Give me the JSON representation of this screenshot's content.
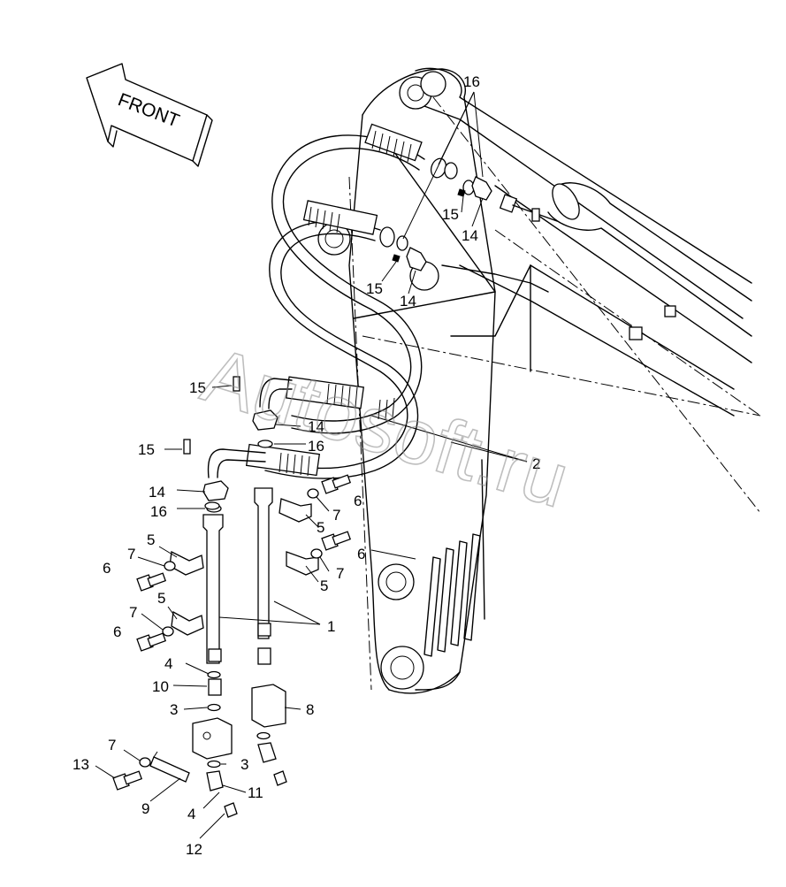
{
  "direction_marker": "FRONT",
  "watermark": "Autosoft.ru",
  "part_labels": {
    "p1": "1",
    "p2": "2",
    "p3a": "3",
    "p3b": "3",
    "p4a": "4",
    "p4b": "4",
    "p5a": "5",
    "p5b": "5",
    "p5c": "5",
    "p5d": "5",
    "p6a": "6",
    "p6b": "6",
    "p6c": "6",
    "p6d": "6",
    "p7a": "7",
    "p7b": "7",
    "p7c": "7",
    "p7d": "7",
    "p7e": "7",
    "p8": "8",
    "p9": "9",
    "p10": "10",
    "p11": "11",
    "p12": "12",
    "p13": "13",
    "p14a": "14",
    "p14b": "14",
    "p14c": "14",
    "p14d": "14",
    "p15a": "15",
    "p15b": "15",
    "p15c": "15",
    "p15d": "15",
    "p16a": "16",
    "p16b": "16",
    "p16c": "16"
  },
  "colors": {
    "line": "#000000",
    "watermark": "#8a8a8a",
    "background": "#ffffff"
  }
}
